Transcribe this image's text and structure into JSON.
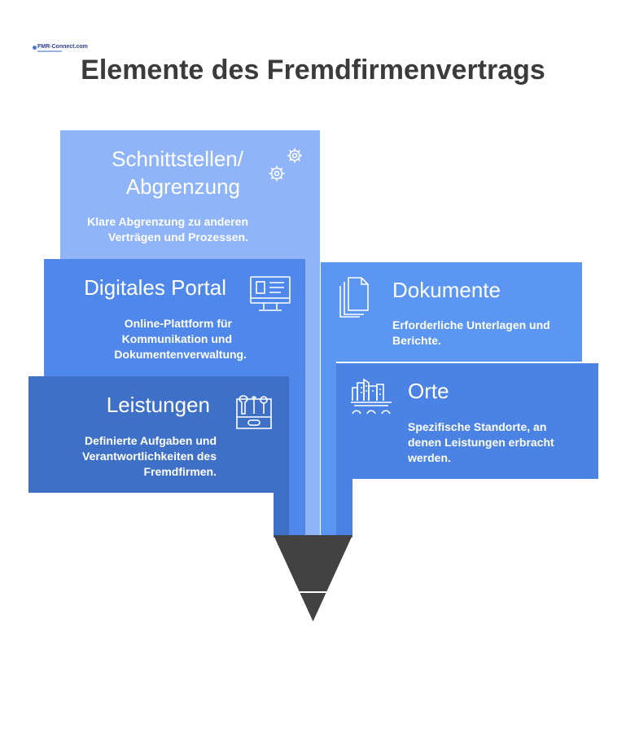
{
  "logo": {
    "text": "FMR-Connect.com"
  },
  "title": "Elemente des Fremdfirmenvertrags",
  "colors": {
    "schnittstellen": "#8fb4f7",
    "digitales_portal": "#4f87ea",
    "dokumente": "#5b96f2",
    "leistungen": "#3f70c8",
    "orte": "#4b83e4",
    "tip": "#424242"
  },
  "panels": {
    "schnittstellen": {
      "title_line1": "Schnittstellen/",
      "title_line2": "Abgrenzung",
      "desc_line1": "Klare Abgrenzung zu anderen",
      "desc_line2": "Verträgen und Prozessen.",
      "icon": "gears-icon"
    },
    "digitales_portal": {
      "title": "Digitales Portal",
      "desc_line1": "Online-Plattform für",
      "desc_line2": "Kommunikation und",
      "desc_line3": "Dokumentenverwaltung.",
      "icon": "monitor-icon"
    },
    "dokumente": {
      "title": "Dokumente",
      "desc_line1": "Erforderliche Unterlagen und",
      "desc_line2": "Berichte.",
      "icon": "documents-icon"
    },
    "leistungen": {
      "title": "Leistungen",
      "desc_line1": "Definierte Aufgaben und",
      "desc_line2": "Verantwortlichkeiten des",
      "desc_line3": "Fremdfirmen.",
      "icon": "toolbox-icon"
    },
    "orte": {
      "title": "Orte",
      "desc_line1": "Spezifische Standorte, an",
      "desc_line2": "denen Leistungen erbracht",
      "desc_line3": "werden.",
      "icon": "city-icon"
    }
  }
}
